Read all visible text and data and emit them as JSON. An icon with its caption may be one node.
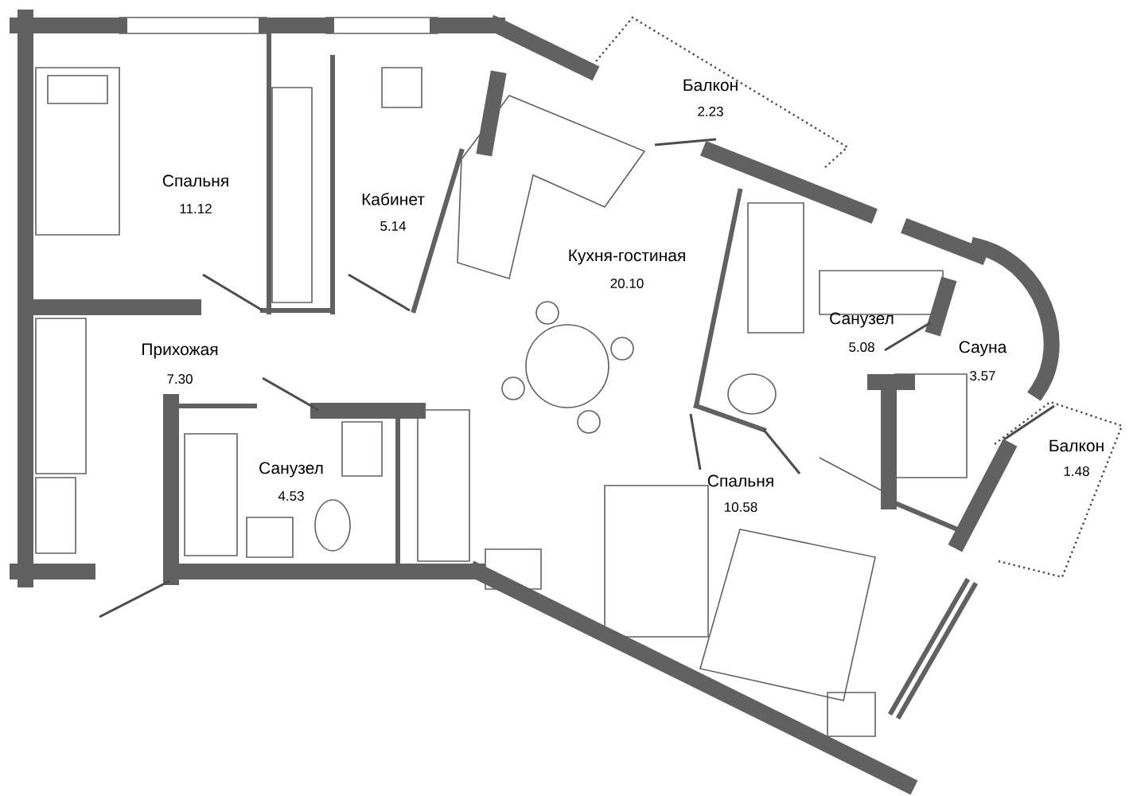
{
  "diagram": {
    "labels": [
      "Балкон",
      "2.23",
      "Спальня",
      "11.12",
      "Кабинет",
      "5.14",
      "Кухня-гостиная",
      "20.10",
      "Санузел",
      "5.08",
      "Прихожая",
      "7.30",
      "Сауна",
      "3.57",
      "Балкон",
      "1.48",
      "Санузел",
      "4.53",
      "Спальня",
      "10.58"
    ]
  }
}
